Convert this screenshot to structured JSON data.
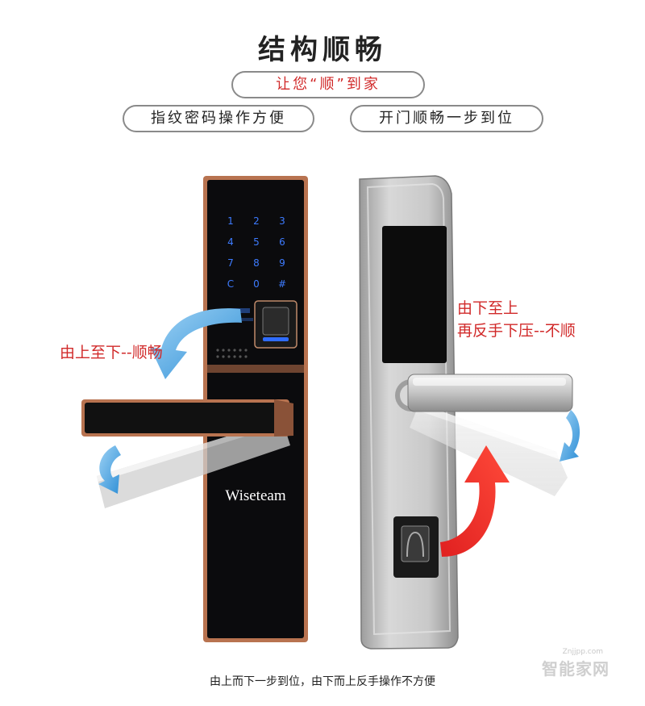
{
  "header": {
    "title": "结构顺畅",
    "tagline": "让您“顺”到家",
    "feature_left": "指纹密码操作方便",
    "feature_right": "开门顺畅一步到位"
  },
  "left_lock": {
    "keypad": [
      "1",
      "2",
      "3",
      "4",
      "5",
      "6",
      "7",
      "8",
      "9",
      "C",
      "0",
      "#"
    ],
    "brand": "Wiseteam",
    "note": "由上至下--顺畅"
  },
  "right_lock": {
    "note_line1": "由下至上",
    "note_line2": "再反手下压--不顺"
  },
  "footer": {
    "caption": "由上而下一步到位，由下而上反手操作不方便"
  },
  "watermark": {
    "small": "Znjjpp.com",
    "big": "智能家网"
  },
  "colors": {
    "accent_red": "#d12a2a",
    "arrow_blue": "#4aa6e0",
    "copper_frame": "#b87350",
    "steel": "#bdbdbd"
  }
}
